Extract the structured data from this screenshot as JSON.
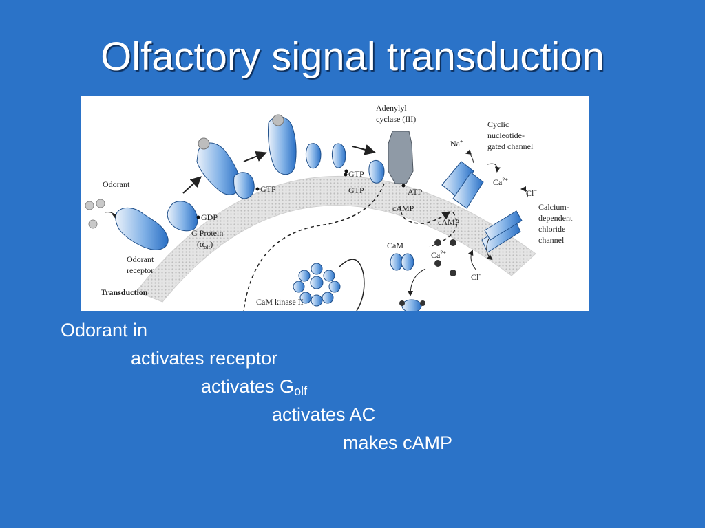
{
  "slide": {
    "title": "Olfactory signal transduction",
    "background_color": "#2b73c8"
  },
  "figure": {
    "heading": "Transduction",
    "labels": {
      "odorant": "Odorant",
      "odorant_receptor_1": "Odorant",
      "odorant_receptor_2": "receptor",
      "gdp": "GDP",
      "g_protein_1": "G Protein",
      "g_protein_2": "(α",
      "g_protein_sub": "olf",
      "g_protein_3": ")",
      "gtp_1": "GTP",
      "gtp_2": "GTP",
      "gtp_3": "GTP",
      "adenylyl_1": "Adenylyl",
      "adenylyl_2": "cyclase (III)",
      "atp": "ATP",
      "camp_1": "cAMP",
      "camp_2": "cAMP",
      "cng_1": "Cyclic",
      "cng_2": "nucleotide-",
      "cng_3": "gated channel",
      "na": "Na",
      "na_sup": "+",
      "ca_1": "Ca",
      "ca_1_sup": "2+",
      "ca_2": "Ca",
      "ca_2_sup": "2+",
      "cl_1": "Cl",
      "cl_1_sup": "−",
      "cl_2": "Cl",
      "cl_2_sup": "-",
      "cacl_1": "Calcium-",
      "cacl_2": "dependent",
      "cacl_3": "chloride",
      "cacl_4": "channel",
      "cam": "CaM",
      "cam_kinase": "CaM kinase II"
    },
    "colors": {
      "membrane": "#d9d9d9",
      "protein": "#3b7fd0",
      "protein_light": "#dfe9f6",
      "cyclase": "#8f9aa6",
      "ion": "#333333"
    }
  },
  "cascade": {
    "line1": "Odorant in",
    "line2": "activates receptor",
    "line3": "activates G",
    "line3_sub": "olf",
    "line4": "activates AC",
    "line5": "makes cAMP"
  }
}
